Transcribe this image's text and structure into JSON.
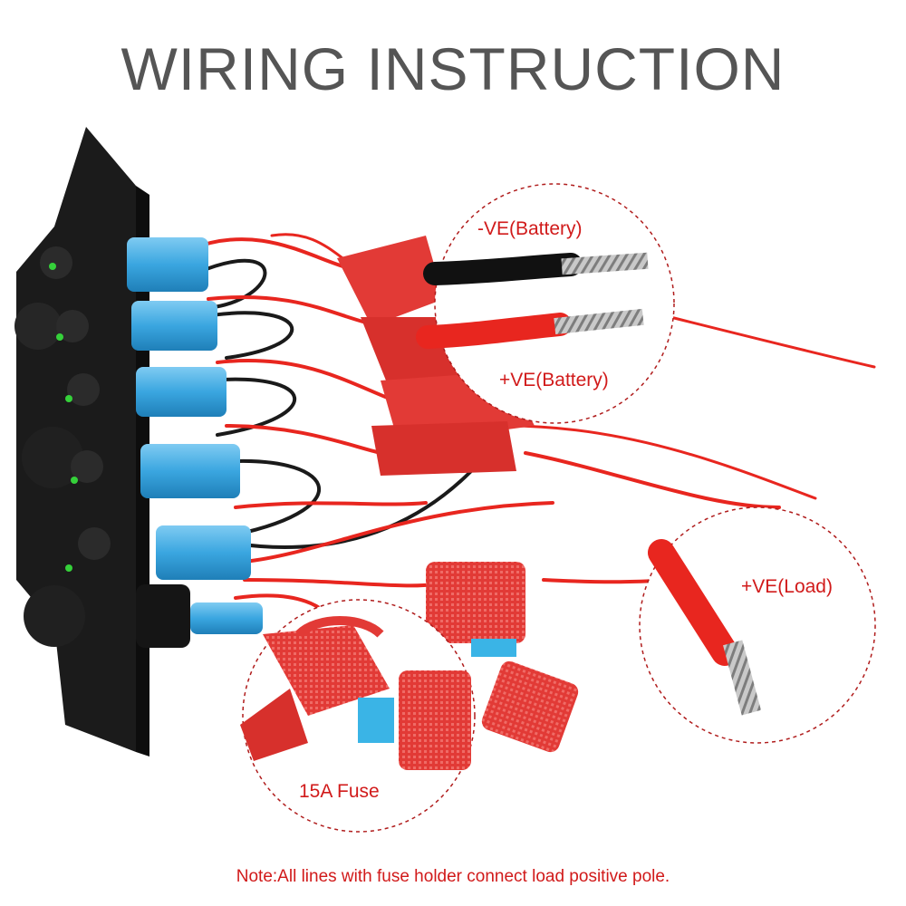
{
  "title": "WIRING INSTRUCTION",
  "callouts": {
    "negative_battery": "-VE(Battery)",
    "positive_battery": "+VE(Battery)",
    "positive_load": "+VE(Load)",
    "fuse": "15A Fuse"
  },
  "note": "Note:All lines with fuse holder connect load positive pole.",
  "colors": {
    "label_red": "#d11a1a",
    "title_gray": "#555555",
    "wire_red": "#e8261f",
    "wire_black": "#1a1a1a",
    "panel_black": "#1b1b1b",
    "connector_blue": "#3aa6e0",
    "fuse_holder_red": "#e23a36",
    "fuse_blue": "#3ab4e6",
    "callout_dash": "#b01c1c"
  }
}
